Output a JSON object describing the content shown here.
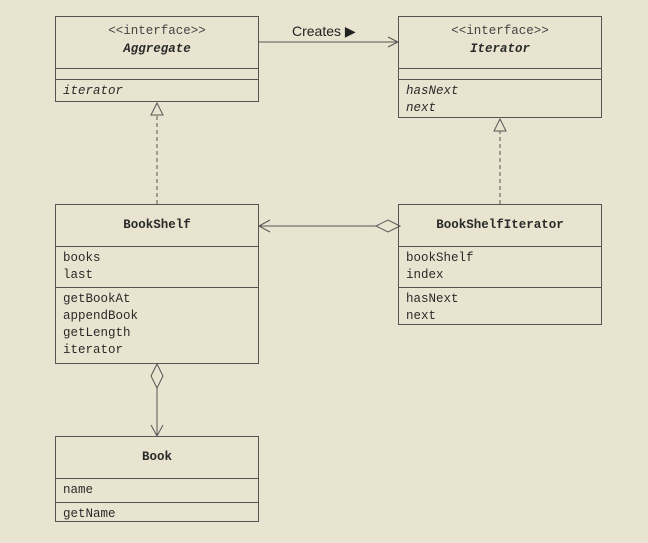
{
  "diagram": {
    "relation_label": "Creates",
    "relation_arrow": "▶",
    "classes": {
      "aggregate": {
        "stereotype": "<<interface>>",
        "name": "Aggregate",
        "attributes": [],
        "methods": [
          "iterator"
        ]
      },
      "iterator": {
        "stereotype": "<<interface>>",
        "name": "Iterator",
        "attributes": [],
        "methods": [
          "hasNext",
          "next"
        ]
      },
      "bookshelf": {
        "name": "BookShelf",
        "attributes": [
          "books",
          "last"
        ],
        "methods": [
          "getBookAt",
          "appendBook",
          "getLength",
          "iterator"
        ]
      },
      "bookshelf_iterator": {
        "name": "BookShelfIterator",
        "attributes": [
          "bookShelf",
          "index"
        ],
        "methods": [
          "hasNext",
          "next"
        ]
      },
      "book": {
        "name": "Book",
        "attributes": [
          "name"
        ],
        "methods": [
          "getName"
        ]
      }
    }
  }
}
